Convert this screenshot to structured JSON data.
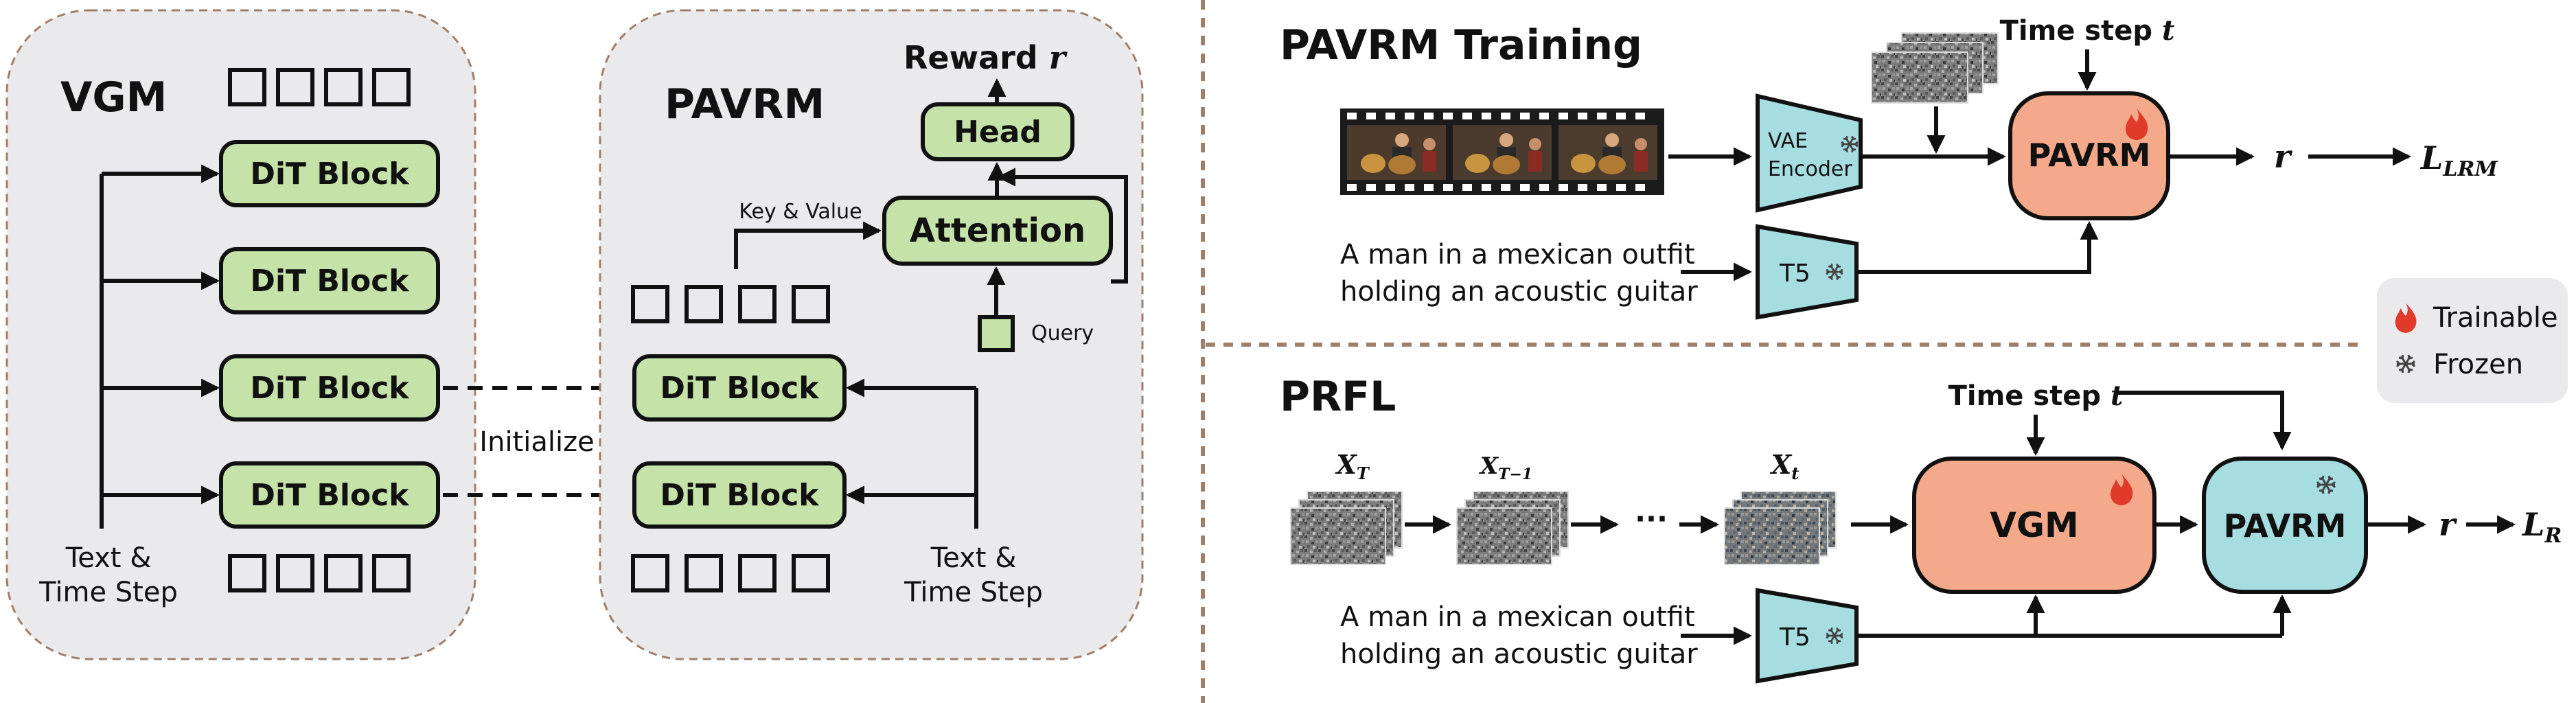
{
  "vgm_panel": {
    "title": "VGM",
    "dit_label": "DiT Block",
    "input_label_line1": "Text &",
    "input_label_line2": "Time Step"
  },
  "initialize_label": "Initialize",
  "pavrm_panel": {
    "title": "PAVRM",
    "reward_label": "Reward",
    "reward_symbol": "r",
    "head_label": "Head",
    "attention_label": "Attention",
    "key_value_label": "Key & Value",
    "query_label": "Query",
    "dit_label": "DiT Block",
    "input_label_line1": "Text &",
    "input_label_line2": "Time Step"
  },
  "training": {
    "title": "PAVRM Training",
    "time_step_label": "Time step",
    "time_step_symbol": "t",
    "vae_line1": "VAE",
    "vae_line2": "Encoder",
    "pavrm_label": "PAVRM",
    "prompt_line1": "A man in a mexican outfit",
    "prompt_line2": "holding an acoustic guitar",
    "t5_label": "T5",
    "r_symbol": "r",
    "loss_main": "L",
    "loss_sub": "LRM"
  },
  "legend": {
    "trainable": "Trainable",
    "frozen": "Frozen"
  },
  "prfl": {
    "title": "PRFL",
    "xT_main": "X",
    "xT_sub": "T",
    "xT1_main": "X",
    "xT1_sub": "T−1",
    "dots": "···",
    "xt_main": "X",
    "xt_sub": "t",
    "time_step_label": "Time step",
    "time_step_symbol": "t",
    "vgm_label": "VGM",
    "pavrm_label": "PAVRM",
    "prompt_line1": "A man in a mexican outfit",
    "prompt_line2": "holding an acoustic guitar",
    "t5_label": "T5",
    "r_symbol": "r",
    "loss_main": "L",
    "loss_sub": "R"
  },
  "colors": {
    "green_block": "#c5e3a9",
    "orange_block": "#f5a98b",
    "teal_block": "#a6dde1",
    "panel_bg": "#eaeaec",
    "panel_border": "#a07f6a",
    "divider": "#a07f6a",
    "flame": "#e03a2a"
  },
  "icons": [
    "flame-icon",
    "snowflake-icon",
    "video-filmstrip",
    "noise-stack"
  ]
}
